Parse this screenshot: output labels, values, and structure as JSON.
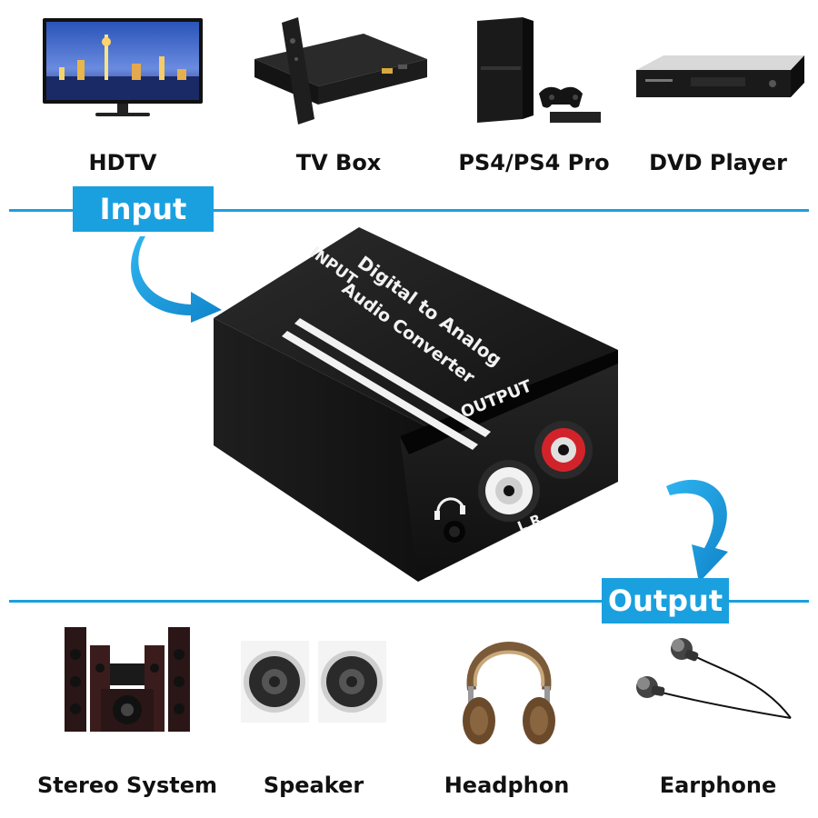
{
  "input_devices": [
    {
      "label": "HDTV",
      "icon": "hdtv-icon"
    },
    {
      "label": "TV Box",
      "icon": "tv-box-icon"
    },
    {
      "label": "PS4/PS4 Pro",
      "icon": "ps4-console-icon"
    },
    {
      "label": "DVD Player",
      "icon": "dvd-player-icon"
    }
  ],
  "output_devices": [
    {
      "label": "Stereo System",
      "icon": "stereo-system-icon"
    },
    {
      "label": "Speaker",
      "icon": "speaker-icon"
    },
    {
      "label": "Headphon",
      "icon": "headphone-icon"
    },
    {
      "label": "Earphone",
      "icon": "earphone-icon"
    }
  ],
  "input_tag": "Input",
  "output_tag": "Output",
  "converter": {
    "input_label": "INPUT",
    "title_line1": "Digital to Analog",
    "title_line2": "Audio Converter",
    "output_label": "OUTPUT",
    "lr_label": "L  R"
  },
  "colors": {
    "accent": "#1aa0df",
    "device_body": "#1b1b1b",
    "rca_red": "#d2232a",
    "rca_white": "#f2f2f2"
  }
}
